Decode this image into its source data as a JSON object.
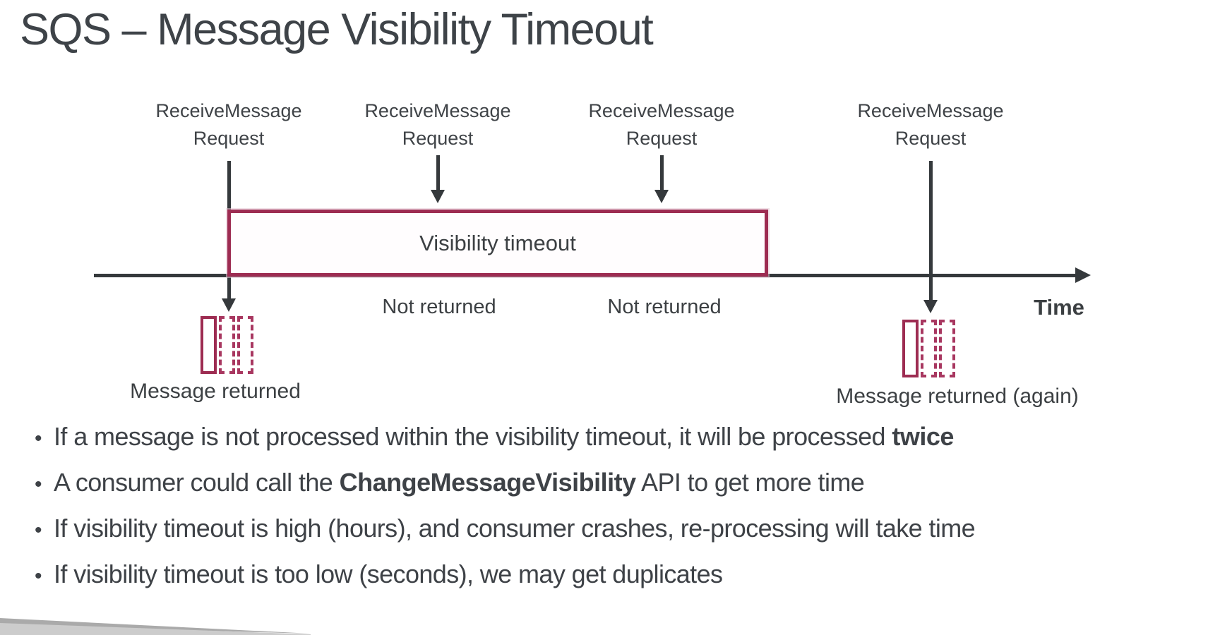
{
  "slide": {
    "title": "SQS – Message Visibility Timeout",
    "bullet_marker": "•",
    "colors": {
      "accent_red": "#9d2c52",
      "dashed_red": "#a83760",
      "line_ink": "#35393c",
      "text": "#3e4347"
    },
    "diagram": {
      "requests": [
        "ReceiveMessage Request",
        "ReceiveMessage Request",
        "ReceiveMessage Request",
        "ReceiveMessage Request"
      ],
      "visibility_timeout_label": "Visibility timeout",
      "not_returned": [
        "Not returned",
        "Not returned"
      ],
      "message_returned_label": "Message returned",
      "message_returned_again_label": "Message returned (again)",
      "time_label": "Time"
    },
    "bullets": [
      {
        "segments": [
          {
            "text": "If a message is not processed within the visibility timeout, it will be processed ",
            "bold": false
          },
          {
            "text": "twice",
            "bold": true
          }
        ]
      },
      {
        "segments": [
          {
            "text": "A consumer could call the ",
            "bold": false
          },
          {
            "text": "ChangeMessageVisibility",
            "bold": true
          },
          {
            "text": " API to get more time",
            "bold": false
          }
        ]
      },
      {
        "segments": [
          {
            "text": "If visibility timeout is high (hours), and consumer crashes, re-processing will take time",
            "bold": false
          }
        ]
      },
      {
        "segments": [
          {
            "text": "If visibility timeout is too low (seconds), we may get duplicates",
            "bold": false
          }
        ]
      }
    ]
  }
}
